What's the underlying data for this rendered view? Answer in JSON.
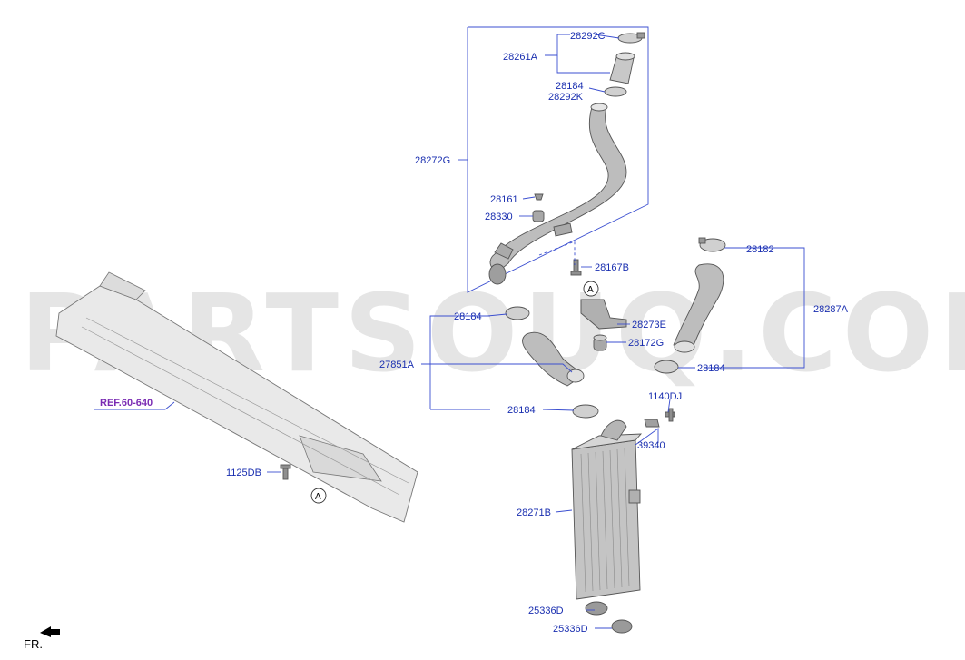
{
  "watermark": "PARTSOUQ.COM",
  "orientation": {
    "label": "FR."
  },
  "reference": {
    "label": "REF.60-640",
    "color": "#7a2bb3"
  },
  "view_markers": {
    "marker_a_top": "A",
    "marker_a_bottom": "A"
  },
  "callouts": {
    "c28292C": "28292C",
    "c28261A": "28261A",
    "c28184_upper": "28184",
    "c28292K": "28292K",
    "c28272G": "28272G",
    "c28161": "28161",
    "c28330": "28330",
    "c28167B": "28167B",
    "c28182": "28182",
    "c28287A": "28287A",
    "c28184_left": "28184",
    "c28273E": "28273E",
    "c28172G": "28172G",
    "c27851A": "27851A",
    "c28184_right": "28184",
    "c1140DJ": "1140DJ",
    "c28184_lower": "28184",
    "c39340": "39340",
    "c1125DB": "1125DB",
    "c28271B": "28271B",
    "c25336D_1": "25336D",
    "c25336D_2": "25336D"
  },
  "colors": {
    "callout": "#1a2fb0",
    "leader": "#3b4fd0",
    "part_line": "#555555",
    "part_fill": "#bdbdbd"
  }
}
